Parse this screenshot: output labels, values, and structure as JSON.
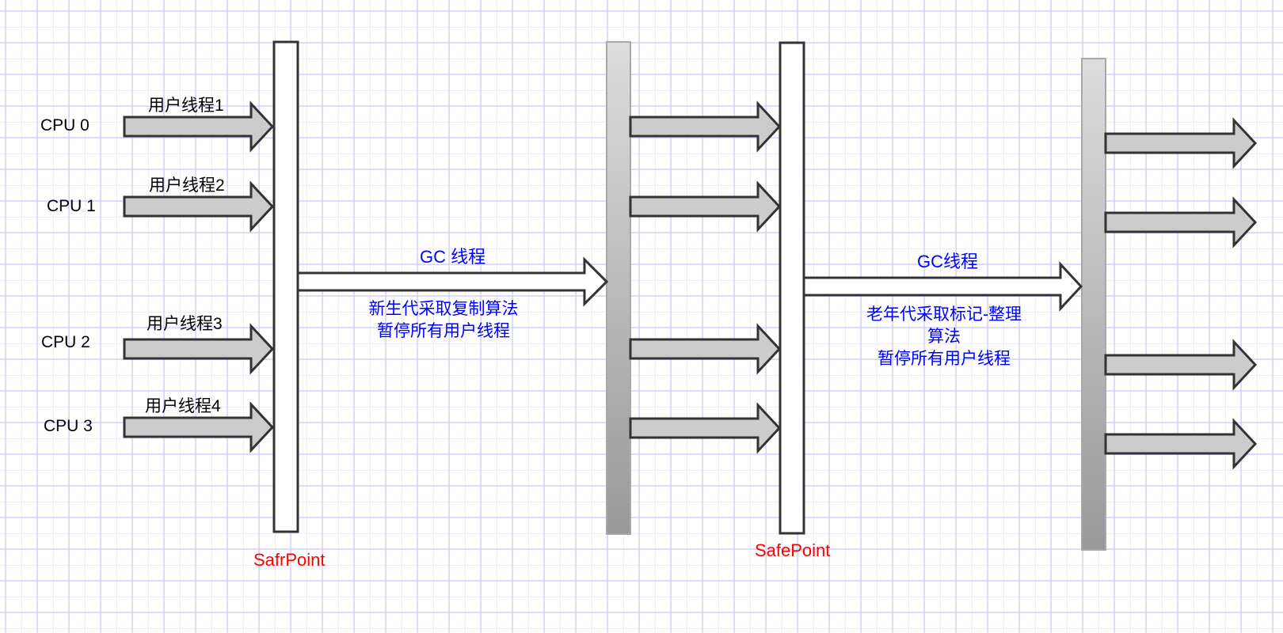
{
  "diagram": {
    "title": "Serial / Serial Old collector safepoint diagram",
    "colors": {
      "grid": "#dcdcfa",
      "stroke": "#333333",
      "thread_arrow_fill": "#cccccc",
      "gc_arrow_fill": "#ffffff",
      "safepoint_bar_fill": "#ffffff",
      "running_bar_gradient_top": "#dddddd",
      "running_bar_gradient_bottom": "#999999",
      "gc_text": "#0000ff",
      "safepoint_text": "#ff0000",
      "label_text": "#000000"
    },
    "cpus": [
      {
        "label": "CPU 0",
        "thread": "用户线程1"
      },
      {
        "label": "CPU 1",
        "thread": "用户线程2"
      },
      {
        "label": "CPU 2",
        "thread": "用户线程3"
      },
      {
        "label": "CPU 3",
        "thread": "用户线程4"
      }
    ],
    "phases": [
      {
        "gc_label": "GC 线程",
        "description_lines": [
          "新生代采取复制算法",
          "暂停所有用户线程"
        ]
      },
      {
        "gc_label": "GC线程",
        "description_lines": [
          "老年代采取标记-整理",
          "算法",
          "暂停所有用户线程"
        ]
      }
    ],
    "safepoints": [
      {
        "label": "SafrPoint"
      },
      {
        "label": "SafePoint"
      }
    ]
  }
}
